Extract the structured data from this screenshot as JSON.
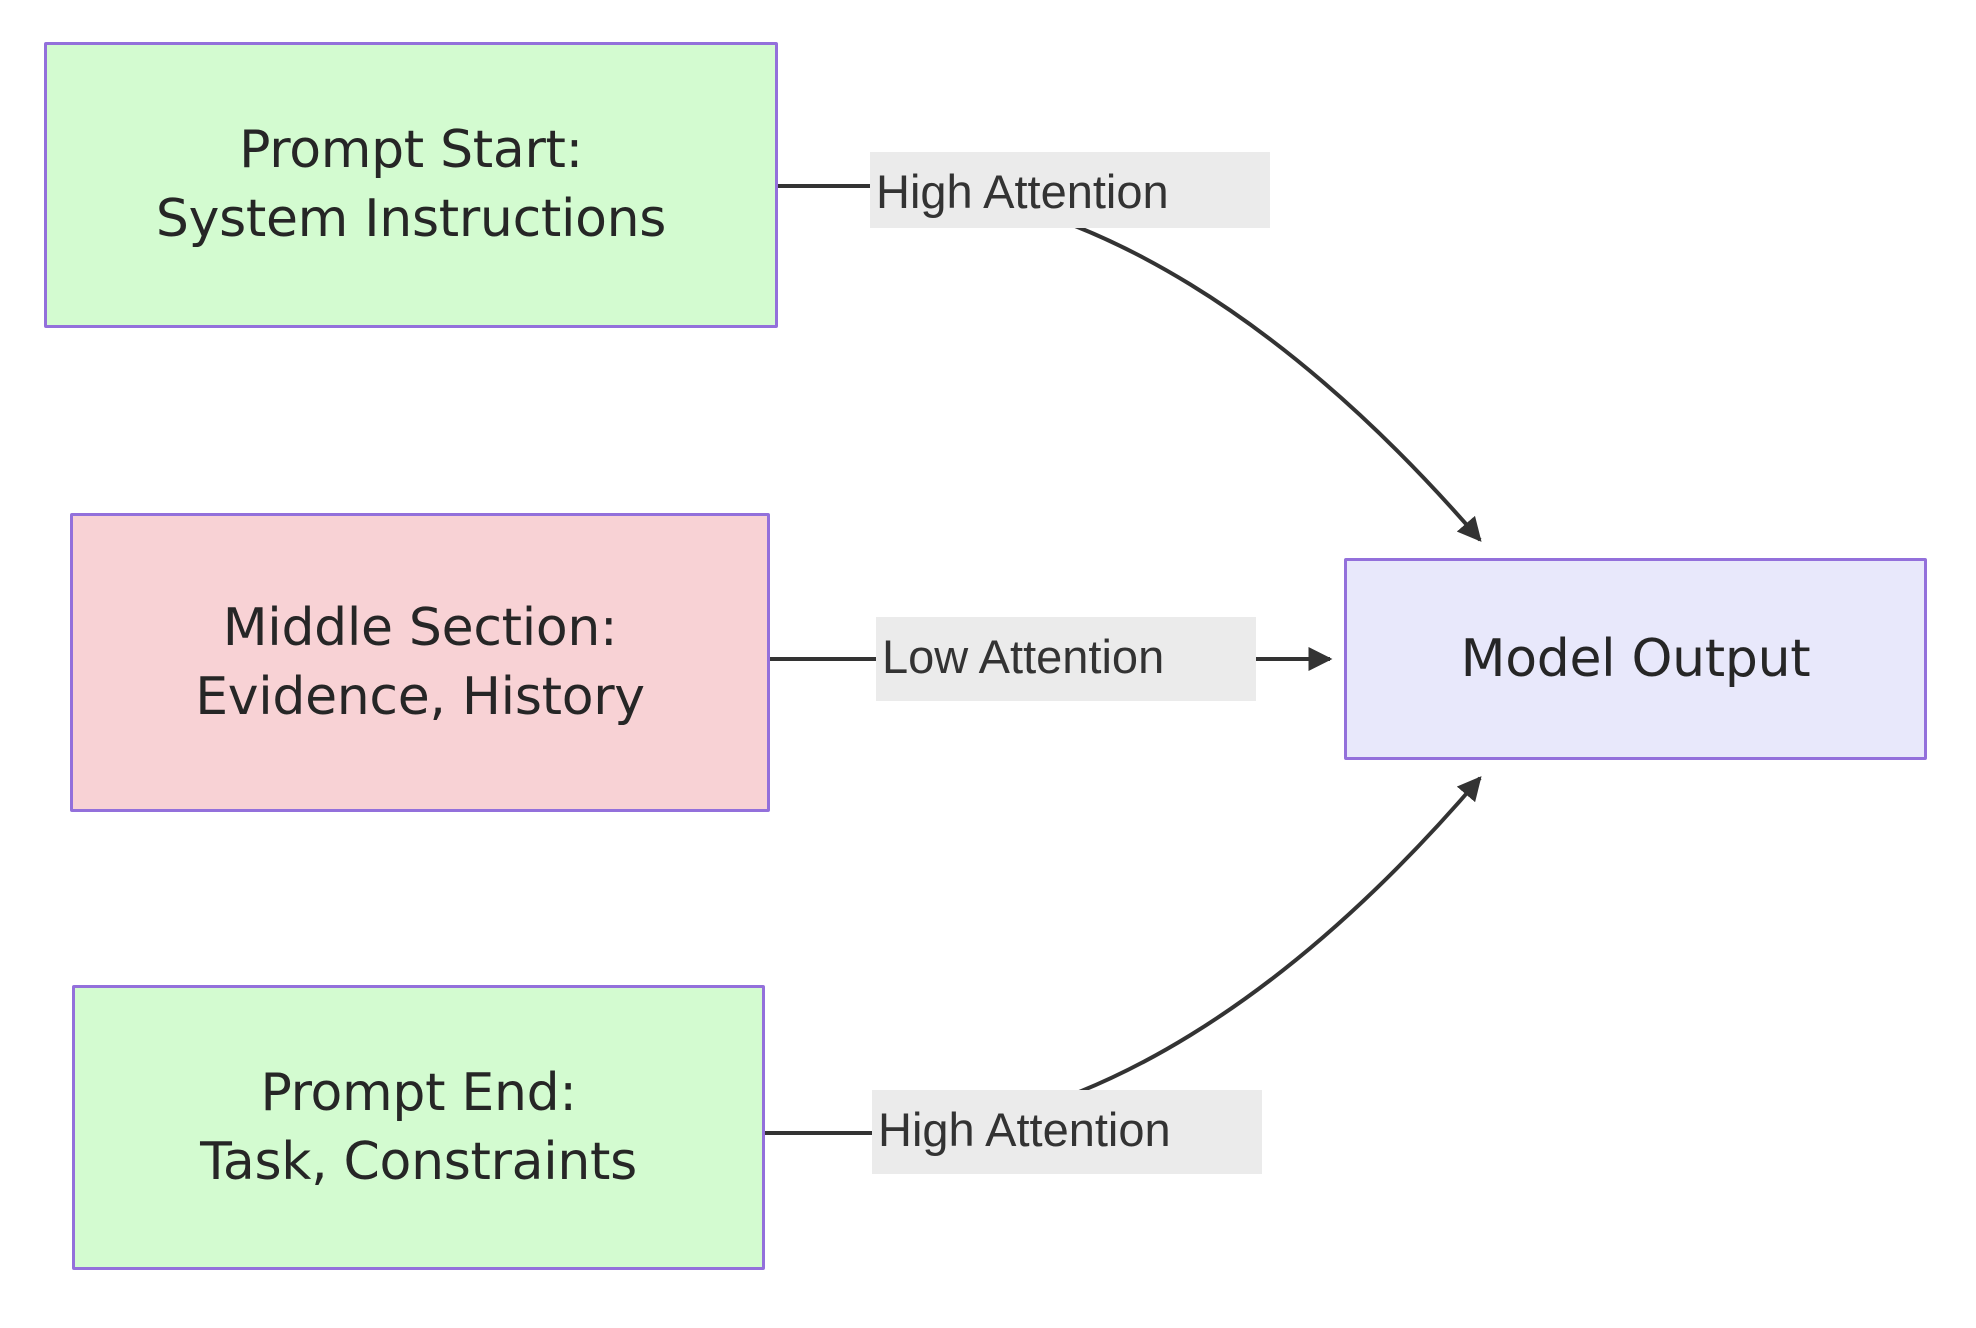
{
  "diagram": {
    "type": "flowchart",
    "direction": "left-to-right",
    "background_color": "#ffffff",
    "node_border_color": "#9370DB",
    "edge_color": "#333333",
    "edge_label_background": "#EBEBEB",
    "nodes": [
      {
        "id": "prompt-start",
        "line1": "Prompt Start:",
        "line2": "System Instructions",
        "fill": "#D3FBD0",
        "position": "top-left"
      },
      {
        "id": "middle-section",
        "line1": "Middle Section:",
        "line2": "Evidence, History",
        "fill": "#F8D2D5",
        "position": "middle-left"
      },
      {
        "id": "prompt-end",
        "line1": "Prompt End:",
        "line2": "Task, Constraints",
        "fill": "#D3FBD0",
        "position": "bottom-left"
      },
      {
        "id": "model-output",
        "line1": "Model Output",
        "line2": "",
        "fill": "#E8E8FB",
        "position": "right-center"
      }
    ],
    "edges": [
      {
        "id": "edge-start-to-output",
        "from": "prompt-start",
        "to": "model-output",
        "label": "High Attention",
        "style": "curved",
        "arrowhead": "filled-triangle"
      },
      {
        "id": "edge-middle-to-output",
        "from": "middle-section",
        "to": "model-output",
        "label": "Low Attention",
        "style": "straight",
        "arrowhead": "filled-triangle"
      },
      {
        "id": "edge-end-to-output",
        "from": "prompt-end",
        "to": "model-output",
        "label": "High Attention",
        "style": "curved",
        "arrowhead": "filled-triangle"
      }
    ]
  }
}
